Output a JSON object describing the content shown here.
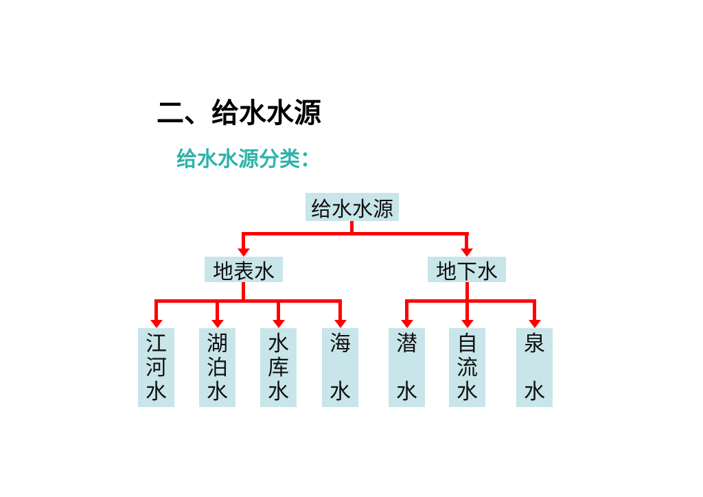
{
  "slide": {
    "title": "二、给水水源",
    "subtitle": "给水水源分类："
  },
  "colors": {
    "title": "#000000",
    "subtitle": "#2eb3aa",
    "node_fill": "#c8e5e9",
    "connector": "#fe0000"
  },
  "diagram": {
    "type": "tree",
    "root": {
      "label": "给水水源"
    },
    "branches": [
      {
        "label": "地表水",
        "children": [
          "江河水",
          "湖泊水",
          "水库水",
          "海水"
        ]
      },
      {
        "label": "地下水",
        "children": [
          "潜水",
          "自流水",
          "泉水"
        ]
      }
    ]
  }
}
